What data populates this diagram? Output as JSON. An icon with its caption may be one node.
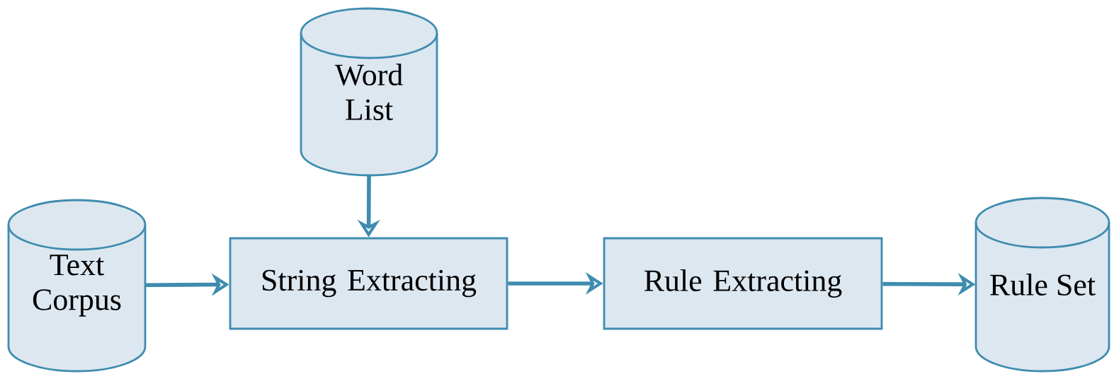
{
  "diagram": {
    "nodes": [
      {
        "text": [
          "Word List"
        ]
      },
      {
        "text": [
          "Text Corpus"
        ]
      },
      {
        "text": [
          "String Extracting"
        ]
      },
      {
        "text": [
          "Rule Extracting"
        ]
      },
      {
        "text": [
          "Rule Set"
        ]
      }
    ],
    "edges": [
      {
        "from": 0,
        "to": 2,
        "arrow": "to"
      },
      {
        "from": 1,
        "to": 2,
        "arrow": "to"
      },
      {
        "from": 2,
        "to": 3,
        "arrow": "to"
      },
      {
        "from": 3,
        "to": 4,
        "arrow": "to"
      }
    ]
  }
}
